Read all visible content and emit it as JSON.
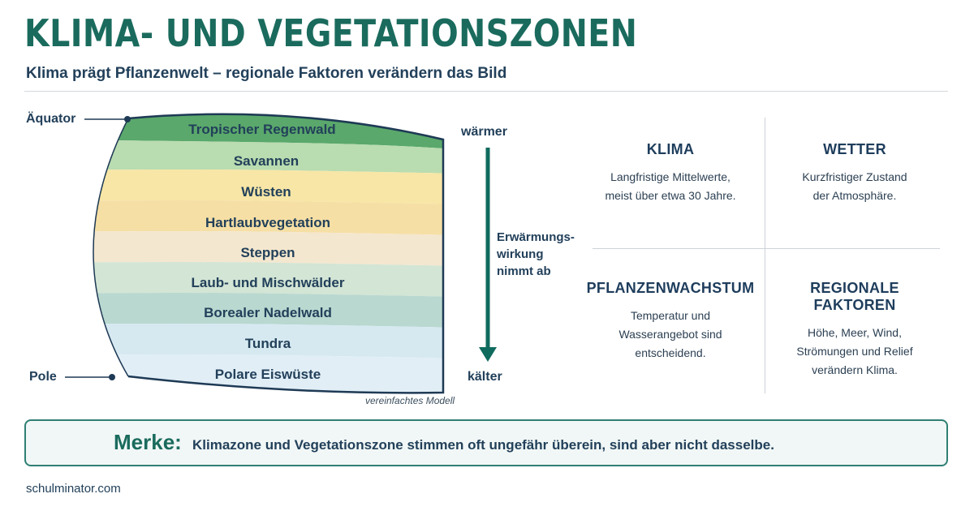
{
  "header": {
    "title": "KLIMA- UND VEGETATIONSZONEN",
    "subtitle": "Klima prägt Pflanzenwelt – regionale Faktoren verändern das Bild"
  },
  "diagram": {
    "top_label": "Äquator",
    "bottom_label": "Pole",
    "zones": [
      {
        "label": "Tropischer Regenwald",
        "color": "#5aa86b"
      },
      {
        "label": "Savannen",
        "color": "#b9dcb0"
      },
      {
        "label": "Wüsten",
        "color": "#f7e6a6"
      },
      {
        "label": "Hartlaubvegetation",
        "color": "#f6dfa5"
      },
      {
        "label": "Steppen",
        "color": "#f4e7cf"
      },
      {
        "label": "Laub- und Mischwälder",
        "color": "#d3e5d5"
      },
      {
        "label": "Borealer Nadelwald",
        "color": "#b9d8d0"
      },
      {
        "label": "Tundra",
        "color": "#d6e9f1"
      },
      {
        "label": "Polare Eiswüste",
        "color": "#e1eef6"
      }
    ],
    "note": "vereinfachtes Modell",
    "temperature": {
      "warm": "wärmer",
      "cold": "kälter",
      "effect_line1": "Erwärmungs-",
      "effect_line2": "wirkung",
      "effect_line3": "nimmt ab",
      "arrow_color": "#0f6b5e"
    }
  },
  "concepts": {
    "klima": {
      "title": "KLIMA",
      "line1": "Langfristige Mittelwerte,",
      "line2": "meist über etwa 30 Jahre."
    },
    "wetter": {
      "title": "WETTER",
      "line1": "Kurzfristiger Zustand",
      "line2": "der Atmosphäre."
    },
    "pflanzen": {
      "title": "PFLANZENWACHSTUM",
      "line1": "Temperatur und",
      "line2": "Wasserangebot sind",
      "line3": "entscheidend."
    },
    "regional": {
      "title": "REGIONALE FAKTOREN",
      "line1": "Höhe, Meer, Wind,",
      "line2": "Strömungen und Relief",
      "line3": "verändern Klima."
    }
  },
  "merke": {
    "label": "Merke:",
    "text": "Klimazone und Vegetationszone stimmen oft ungefähr überein, sind aber nicht dasselbe."
  },
  "footer": {
    "site": "schulminator.com"
  }
}
